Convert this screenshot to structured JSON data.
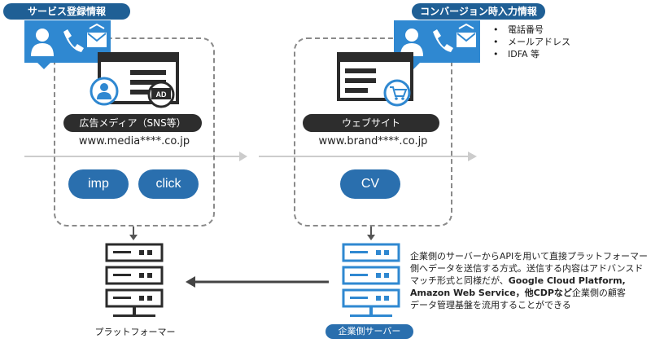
{
  "labels": {
    "service_info": "サービス登録情報",
    "conversion_info": "コンバージョン時入力情報"
  },
  "attributes": [
    "電話番号",
    "メールアドレス",
    "IDFA 等"
  ],
  "media": {
    "title": "広告メディア（SNS等）",
    "url": "www.media****.co.jp",
    "btn_imp": "imp",
    "btn_click": "click",
    "ad_badge": "AD"
  },
  "website": {
    "title": "ウェブサイト",
    "url": "www.brand****.co.jp",
    "btn_cv": "CV"
  },
  "platform_label": "プラットフォーマー",
  "server_label": "企業側サーバー",
  "description": {
    "line1": "企業側のサーバーからAPIを用いて直接プラットフォーマー",
    "line2": "側へデータを送信する方式。送信する内容はアドバンスド",
    "line3_a": "マッチ形式と同様だが、",
    "line3_b": "Google Cloud Platform,",
    "line4_b": "Amazon Web Service，他CDPなど",
    "line4_a": "企業側の顧客",
    "line5": "データ管理基盤を流用することができる"
  },
  "colors": {
    "accent": "#2a6fae",
    "icon_blue": "#2f88d1",
    "dark": "#2d2d2d",
    "grey_line": "#cccccc"
  },
  "icons": [
    "user-icon",
    "phone-icon",
    "mail-icon",
    "browser-icon",
    "ad-icon",
    "cart-icon",
    "server-icon"
  ]
}
